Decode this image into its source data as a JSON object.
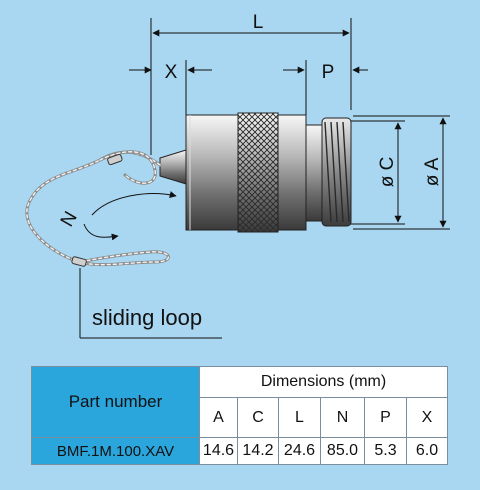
{
  "labels": {
    "L": "L",
    "X": "X",
    "P": "P",
    "C": "ø C",
    "A": "ø A",
    "N": "N",
    "sliding_loop": "sliding loop"
  },
  "table": {
    "part_number_header": "Part number",
    "dimensions_header": "Dimensions (mm)",
    "columns": [
      "A",
      "C",
      "L",
      "N",
      "P",
      "X"
    ],
    "rows": [
      {
        "part_number": "BMF.1M.100.XAV",
        "values": [
          "14.6",
          "14.2",
          "24.6",
          "85.0",
          "5.3",
          "6.0"
        ]
      }
    ]
  },
  "colors": {
    "background": "#a9d6f0",
    "header_fill": "#2aa6dc"
  }
}
